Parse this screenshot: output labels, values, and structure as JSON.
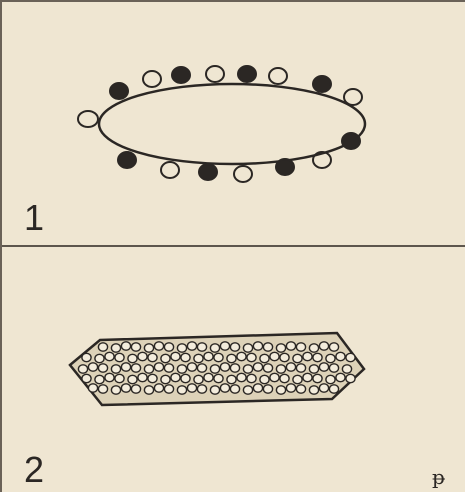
{
  "figures": [
    {
      "number": "1",
      "kind": "ring-of-dots-diagram"
    },
    {
      "number": "2",
      "kind": "filled-cells-diagram"
    }
  ],
  "signature": {
    "kind": "monogram-mark"
  },
  "colors": {
    "paper": "#efe6d2",
    "ink": "#2b2724",
    "rule": "#5d564d"
  }
}
